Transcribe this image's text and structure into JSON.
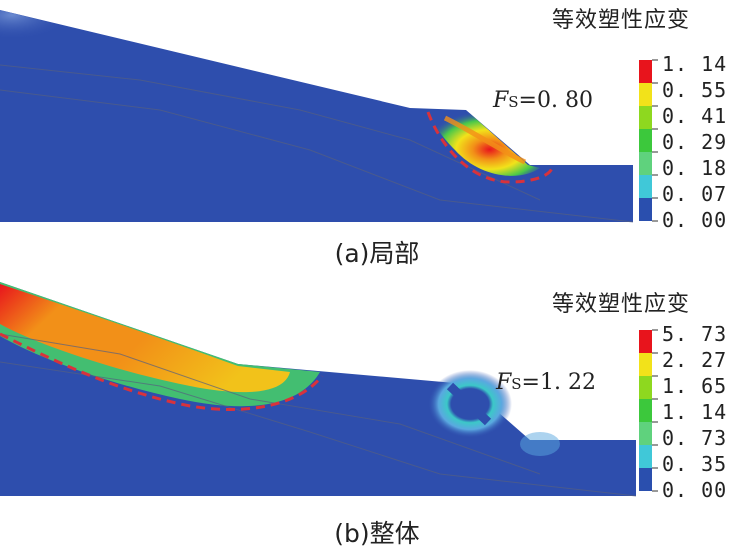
{
  "panels": [
    {
      "caption": "(a)局部",
      "legend_title": "等效塑性应变",
      "legend_values": [
        "1. 14",
        "0. 55",
        "0. 41",
        "0. 29",
        "0. 18",
        "0. 07",
        "0. 00"
      ],
      "fs_symbol": "F",
      "fs_subscript": "S",
      "fs_value": "=0. 80"
    },
    {
      "caption": "(b)整体",
      "legend_title": "等效塑性应变",
      "legend_values": [
        "5. 73",
        "2. 27",
        "1. 65",
        "1. 14",
        "0. 73",
        "0. 35",
        "0. 00"
      ],
      "fs_symbol": "F",
      "fs_subscript": "S",
      "fs_value": "=1. 22"
    }
  ],
  "legend_colors": [
    "#e8141c",
    "#f2e21a",
    "#8ed81f",
    "#3cc83c",
    "#5fd27d",
    "#40c8d8",
    "#2a4fae"
  ],
  "colors": {
    "slope_body": "#2e4ead",
    "slip_line": "#d8323c"
  }
}
